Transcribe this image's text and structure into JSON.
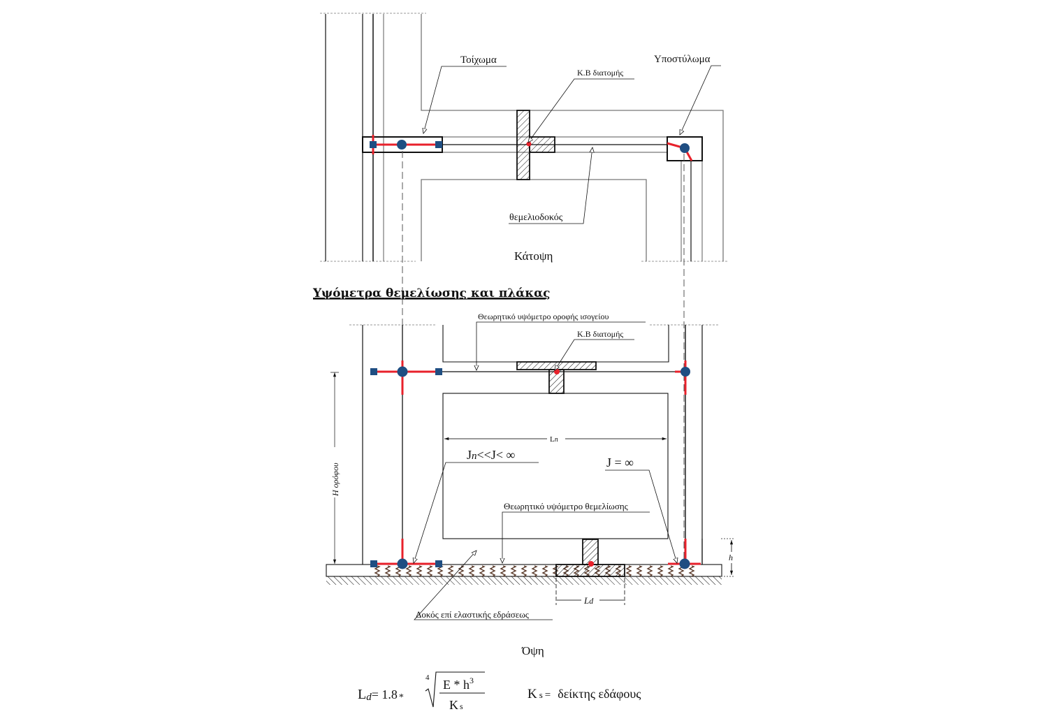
{
  "plan": {
    "caption": "Κάτοψη",
    "label_wall": "Τοίχωμα",
    "label_column": "Υποστύλωμα",
    "label_centroid": "Κ.Β διατομής",
    "label_beam": "θεμελιοδοκός"
  },
  "section": {
    "heading": "Υψόμετρα θεμελίωσης και πλάκας",
    "label_roof_level": "Θεωρητικό υψόμετρο οροφής ισογείου",
    "label_centroid": "Κ.Β διατομής",
    "dim_span": "L",
    "dim_span_sub": "n",
    "label_stiffness_partial_a": "J",
    "label_stiffness_partial_sub": "n",
    "label_stiffness_partial_b": "<<J< ∞",
    "label_stiffness_infinite": "J = ∞",
    "label_foundation_level": "Θεωρητικό υψόμετρο θεμελίωσης",
    "dim_storey_height": "H ορόφου",
    "dim_h": "h",
    "dim_ld": "L",
    "dim_ld_sub": "d",
    "label_elastic_beam": "Δοκός επί ελαστικής εδράσεως",
    "caption": "Όψη"
  },
  "formula": {
    "lhs": "L",
    "lhs_sub": "d",
    "equals_coef": "= 1.8",
    "times": "*",
    "root_index": "4",
    "numerator": "E * h",
    "numerator_exp": "3",
    "denominator": "K",
    "denominator_sub": "s",
    "def_symbol": "K",
    "def_symbol_sub": "s",
    "def_equals": "=",
    "def_text": "δείκτης εδάφους"
  },
  "colors": {
    "red": "#e8212b",
    "node_blue": "#1f4e82",
    "spring_brown": "#5a3a2a",
    "line": "#111111",
    "gray_line": "#777777"
  }
}
